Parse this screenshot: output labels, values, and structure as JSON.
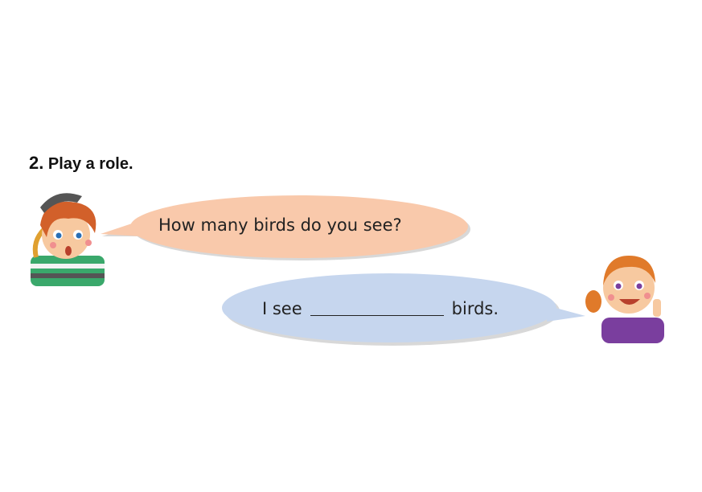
{
  "exercise": {
    "number": "2.",
    "instruction": "Play a role."
  },
  "dialogue": {
    "question": "How many birds do you see?",
    "answer_prefix": "I see",
    "answer_suffix": "birds."
  },
  "colors": {
    "question_bubble": "#f9c9ab",
    "answer_bubble": "#c6d6ee"
  }
}
